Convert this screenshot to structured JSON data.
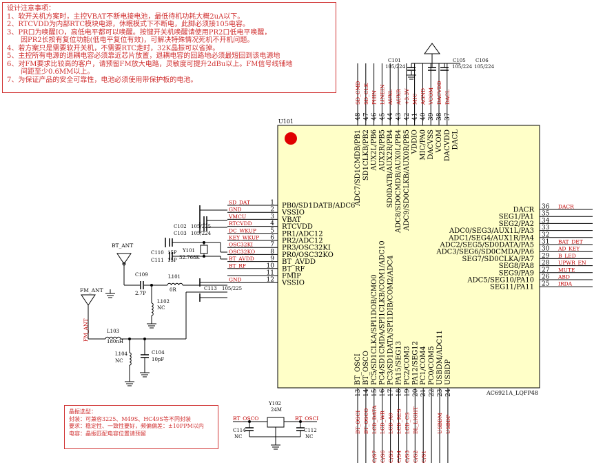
{
  "notes": {
    "title": "设计注意事项：",
    "lines": [
      "1、软开关机方案时，主控VBAT不断电接电池，最低待机功耗大概2uA以下。",
      "2、RTCVDD为内部RTC模块电源，休眠模式下不断电，此脚必须接105电容。",
      "3、PR口为唤醒IO，高低电平都可以唤醒。按键开关机唤醒请使用PR2口低电平唤醒，",
      "　　因PR2长按有复位功能(低电平复位有效)，可解决特殊情况死机不开机问题。",
      "4、若方案只是需要软开关机，不需要RTC走时，32K晶振可以省掉。",
      "5、主控所有电源的退耦电容必须靠近芯片放置，退耦电容的回路地必须最短回到该电源地",
      "6、对FM要求比较高的客户，请预留FM放大电路，灵敏度可提升2dBu以上。FM信号线铺地",
      "　　间距至少0.6MM以上。",
      "7、为保证产品的安全可靠性，电池必须使用带保护板的电池。"
    ]
  },
  "crystal_note": {
    "title": "晶振选型：",
    "lines": [
      "封装：可兼容3225、M49S、HC49S等不同封装",
      "要求：稳定性、一致性要好，频偏偏差：±10PPM以内",
      "电容：晶振匹配电容位置请预留"
    ]
  },
  "chip": {
    "refdes": "U101",
    "part": "AC6921A_LQFP48",
    "left_pins": [
      {
        "num": "1",
        "name": "PB0/SD1DATB/ADC6",
        "net": "SD_DAT"
      },
      {
        "num": "2",
        "name": "VSSIO",
        "net": "GND"
      },
      {
        "num": "3",
        "name": "VBAT",
        "net": "VMCU"
      },
      {
        "num": "4",
        "name": "RTCVDD",
        "net": "RTCVDD"
      },
      {
        "num": "5",
        "name": "PR1/ADC12",
        "net": "DC_WKUP"
      },
      {
        "num": "6",
        "name": "PR2/ADC12",
        "net": "KEY_WKUP"
      },
      {
        "num": "7",
        "name": "PR3/OSC32KI",
        "net": "OSC32KI"
      },
      {
        "num": "8",
        "name": "PR0/OSC32KO",
        "net": "OSC32KO"
      },
      {
        "num": "9",
        "name": "BT_AVDD",
        "net": "BT_AVDD"
      },
      {
        "num": "10",
        "name": "BT_RF",
        "net": "BT_RF"
      },
      {
        "num": "11",
        "name": "FMIP",
        "net": ""
      },
      {
        "num": "12",
        "name": "VSSIO",
        "net": "GND"
      }
    ],
    "right_pins": [
      {
        "num": "36",
        "name": "DACR",
        "net": "DACR"
      },
      {
        "num": "35",
        "name": "SEG1/PA1",
        "net": ""
      },
      {
        "num": "34",
        "name": "SEG2/PA2",
        "net": ""
      },
      {
        "num": "33",
        "name": "ADC0/SEG3/AUX1L/PA3",
        "net": ""
      },
      {
        "num": "32",
        "name": "ADC1/SEG4/AUX1R/PA4",
        "net": ""
      },
      {
        "num": "31",
        "name": "ADC2/SEG5/SD0DATA/PA5",
        "net": "BAT_DET"
      },
      {
        "num": "30",
        "name": "ADC3/SEG6/SD0CMDA/PA6",
        "net": "AD_KEY"
      },
      {
        "num": "29",
        "name": "SEG7/SD0CLKA/PA7",
        "net": "B_LED"
      },
      {
        "num": "28",
        "name": "SEG8/PA8",
        "net": "UPWR_EN"
      },
      {
        "num": "27",
        "name": "SEG9/PA9",
        "net": "MUTE"
      },
      {
        "num": "26",
        "name": "ADC5/SEG10/PA10",
        "net": "ABD"
      },
      {
        "num": "25",
        "name": "SEG11/PA11",
        "net": "IRDA"
      }
    ],
    "top_pins": [
      {
        "num": "48",
        "name": "ADC7/SD1CMDB/PB1",
        "net": "SD_CMD"
      },
      {
        "num": "47",
        "name": "SD1CLKB/PB2",
        "net": "SD_CLK"
      },
      {
        "num": "46",
        "name": "AUX2L/PB6",
        "net": "PHIN"
      },
      {
        "num": "45",
        "name": "AUX2R/PB5",
        "net": "LINEIN"
      },
      {
        "num": "44",
        "name": "SD0DATB/AUX2R/PB4",
        "net": "AUXL"
      },
      {
        "num": "43",
        "name": "ADC8/SD0CMDB/AUX0L/PB4",
        "net": "AUXR"
      },
      {
        "num": "42",
        "name": "ADC9/SD0CLKB/AUX0R/PB5",
        "net": "+3.3V"
      },
      {
        "num": "41",
        "name": "VDDIO",
        "net": "MIC"
      },
      {
        "num": "40",
        "name": "MIC/PA0",
        "net": "AGND"
      },
      {
        "num": "39",
        "name": "DACVSS",
        "net": "VCOM"
      },
      {
        "num": "38",
        "name": "VCOM",
        "net": "DACVDD"
      },
      {
        "num": "37",
        "name": "DACVDD",
        "net": "DACL"
      },
      {
        "num": "",
        "name": "DACL",
        "net": ""
      }
    ],
    "bottom_pins": [
      {
        "num": "13",
        "name": "BT_OSCI",
        "net": "BT_OSCI"
      },
      {
        "num": "14",
        "name": "BT_OSCO",
        "net": "BT_OSCO"
      },
      {
        "num": "15",
        "name": "PC5/SD1CLKA/SPI1DOB/CMO0",
        "net": "LCD_DATA"
      },
      {
        "num": "16",
        "name": "PC4/SD1CMDA/SPI1CLKB/COM1/ADC10",
        "net": "LCD_WR"
      },
      {
        "num": "17",
        "name": "PC3/SD1DATA/SPI1DIB/COM2/ADC4",
        "net": "LCD_A0"
      },
      {
        "num": "18",
        "name": "PA15/SEG13",
        "net": "LCD_RES"
      },
      {
        "num": "19",
        "name": "PC2/COM3",
        "net": "LCD_CS"
      },
      {
        "num": "20",
        "name": "PA12/SEG12",
        "net": "BL_LIGHT"
      },
      {
        "num": "21",
        "name": "PC1/COM4",
        "net": ""
      },
      {
        "num": "22",
        "name": "PC0/COM5",
        "net": ""
      },
      {
        "num": "23",
        "name": "USBDM/ADC11",
        "net": "USBDM"
      },
      {
        "num": "24",
        "name": "USBDP",
        "net": "USBDP"
      }
    ],
    "bottom_extra_labels": [
      "C/S7",
      "C/S6",
      "C/S5",
      "C/S4",
      "C/S3",
      "C/S2",
      "C/S1"
    ]
  },
  "components": {
    "C101": {
      "ref": "C101",
      "val": "105/224"
    },
    "C105": {
      "ref": "C105",
      "val": "105/224"
    },
    "C106": {
      "ref": "C106",
      "val": "105/224"
    },
    "C102": {
      "ref": "C102",
      "val": "105/225"
    },
    "C103": {
      "ref": "C103",
      "val": "105/224"
    },
    "C110": {
      "ref": "C110",
      "val": "15P"
    },
    "C111": {
      "ref": "C111",
      "val": "15P"
    },
    "Y101": {
      "ref": "Y101",
      "val": "32.768K"
    },
    "C109": {
      "ref": "C109",
      "val": "2.7P"
    },
    "L101": {
      "ref": "L101",
      "val": "0R"
    },
    "L102": {
      "ref": "L102",
      "val": "NC"
    },
    "C113": {
      "ref": "C113",
      "val": "105/225"
    },
    "L103": {
      "ref": "L103",
      "val": "180nH"
    },
    "L104": {
      "ref": "L104",
      "val": "NC"
    },
    "C104": {
      "ref": "C104",
      "val": "10pF"
    },
    "Y102": {
      "ref": "Y102",
      "val": "24M"
    },
    "C114": {
      "ref": "C114",
      "val": "NC"
    },
    "C112": {
      "ref": "C112",
      "val": "NC"
    }
  },
  "net_labels": {
    "bt_ant": "BT_ANT",
    "fm_ant": "FM_ANT",
    "fm_ant_vertical": "FM_ANT",
    "bt_osco": "BT_OSCO",
    "bt_osci": "BT_OSCI"
  },
  "colors": {
    "wire": "#000000",
    "net": "#c00000",
    "chip_fill": "#ffffc8",
    "pin_dot": "#e00000",
    "note": "#d03030"
  }
}
